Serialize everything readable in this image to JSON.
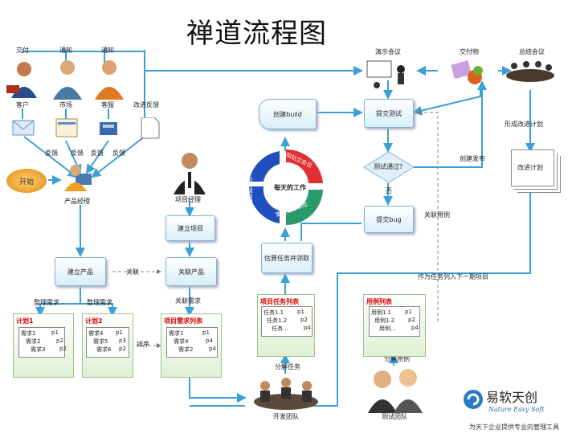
{
  "title": "禅道流程图",
  "people": {
    "customer_top": "交付",
    "market_top": "通知",
    "service_top": "通知",
    "customer": "客户",
    "market": "市场",
    "service": "客服",
    "improve_feedback": "改进反馈",
    "feedback": "反馈",
    "start": "开始",
    "product_manager": "产品经理",
    "project_manager": "项目经理",
    "demo_meeting": "演示会议",
    "deliverable": "交付物",
    "summary_meeting": "总结会议",
    "dev_team": "开发团队",
    "test_team": "测试团队"
  },
  "boxes": {
    "create_build": "创建build",
    "submit_test": "提交测试",
    "test_pass": "测试通过?",
    "submit_bug": "提交bug",
    "create_project": "建立项目",
    "create_product": "建立产品",
    "link_product": "关联产品",
    "estimate": "估算任务并领取",
    "improve_plan": "改进计划"
  },
  "labels": {
    "form_plan": "形成改进计划",
    "create_release": "创建发布",
    "no": "否",
    "link_case": "关联用例",
    "link": "关联",
    "link_req": "关联需求",
    "sort_req1": "整理需求",
    "sort_req2": "整理需求",
    "sort": "排序",
    "next_project": "作为任务列入下一期项目",
    "split_task": "分解任务",
    "split_case": "分解用例"
  },
  "cycle": {
    "center": "每天的工作",
    "top": "参加站立会议",
    "bottom": "更新任务状态",
    "left": "完善燃尽图"
  },
  "plans": [
    {
      "title": "计划1",
      "items": [
        "需求1",
        "需求2",
        "需求3"
      ],
      "pages": [
        "p1",
        "p2",
        "p2"
      ]
    },
    {
      "title": "计划2",
      "items": [
        "需求4",
        "需求5",
        "需求6"
      ],
      "pages": [
        "p1",
        "p3",
        "p2"
      ]
    },
    {
      "title": "项目需求列表",
      "items": [
        "需求1",
        "需求4",
        "需求2"
      ],
      "pages": [
        "p1",
        "p4",
        "p4"
      ]
    },
    {
      "title": "项目任务列表",
      "items": [
        "任务1.1",
        "任务1.2",
        "任务..."
      ],
      "pages": [
        "p1",
        "p2",
        "p4"
      ]
    },
    {
      "title": "用例列表",
      "items": [
        "用例1.1",
        "用例1.2",
        "用例..."
      ],
      "pages": [
        "p1",
        "p2",
        "p4"
      ]
    }
  ],
  "logo": {
    "name": "易软天创",
    "sub": "Nature Easy Soft",
    "slogan": "为天下企业提供专业的管理工具"
  },
  "colors": {
    "arrow": "#3aa0d8",
    "box_border": "#7fb4d4",
    "red": "#e02020",
    "green": "#2a9a6a",
    "blue": "#2050c0"
  }
}
